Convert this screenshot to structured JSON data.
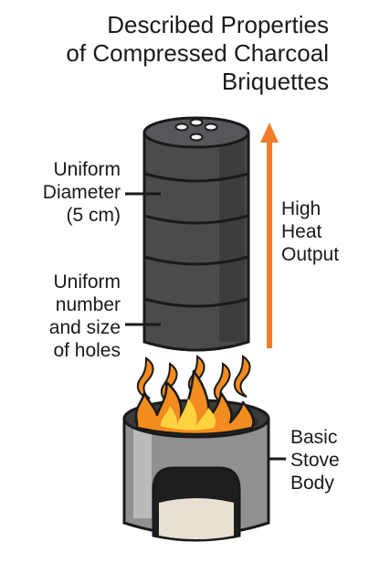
{
  "title": {
    "line1": "Described Properties",
    "line2": "of Compressed Charcoal",
    "line3": "Briquettes"
  },
  "labels": {
    "diameter": {
      "line1": "Uniform",
      "line2": "Diameter",
      "line3": "(5 cm)"
    },
    "holes": {
      "line1": "Uniform",
      "line2": "number",
      "line3": "and size",
      "line4": "of holes"
    },
    "heat": {
      "line1": "High",
      "line2": "Heat",
      "line3": "Output"
    },
    "stove": {
      "line1": "Basic",
      "line2": "Stove",
      "line3": "Body"
    }
  },
  "colors": {
    "briquette": "#4a4b4d",
    "briquette_dark": "#2f3032",
    "outline": "#1a1a1a",
    "arrow": "#f07c2c",
    "flame_outer": "#f28c1e",
    "flame_inner": "#ffd23f",
    "stove": "#8f9092",
    "stove_light": "#b9babc",
    "stove_opening": "#e8e1d3"
  }
}
